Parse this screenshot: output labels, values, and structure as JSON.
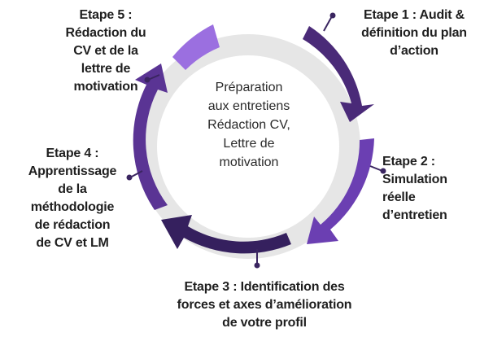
{
  "center": {
    "lines": [
      "Préparation",
      "aux entretiens",
      "Rédaction CV,",
      "Lettre de",
      "motivation"
    ]
  },
  "steps": [
    {
      "id": "step1",
      "lines": [
        "Etape 1 : Audit &",
        "définition du plan",
        "d’action"
      ],
      "color": "#4a2a78"
    },
    {
      "id": "step2",
      "lines": [
        "Etape 2 :",
        "Simulation",
        "réelle",
        "d’entretien"
      ],
      "color": "#6b3fb2"
    },
    {
      "id": "step3",
      "lines": [
        "Etape 3 : Identification des",
        "forces et axes d’amélioration",
        "de votre profil"
      ],
      "color": "#35205e"
    },
    {
      "id": "step4",
      "lines": [
        "Etape 4 :",
        "Apprentissage",
        "de la",
        "méthodologie",
        "de rédaction",
        "de CV et LM"
      ],
      "color": "#5a3494"
    },
    {
      "id": "step5",
      "lines": [
        "Etape 5 :",
        "Rédaction du",
        "CV et de la",
        "lettre de",
        "motivation"
      ],
      "color": "#9b6fe0"
    }
  ],
  "colors": {
    "inner_ring": "#e6e6e6",
    "text": "#1f1f1f",
    "background": "#ffffff"
  }
}
